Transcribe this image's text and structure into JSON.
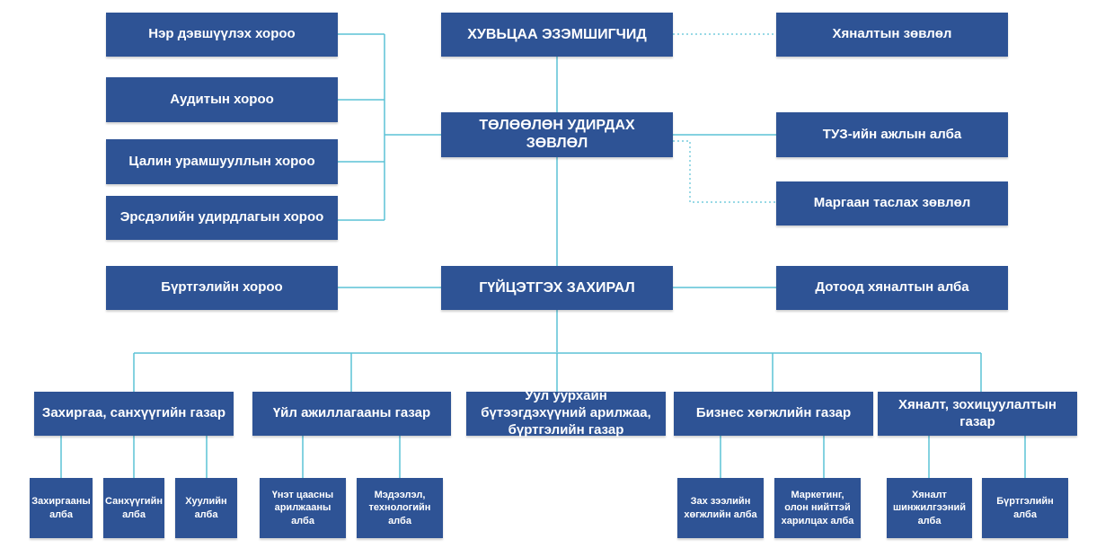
{
  "colors": {
    "box": "#2E5395",
    "line": "#5BC2D6",
    "text": "#FFFFFF"
  },
  "top": {
    "shareholders": "ХУВЬЦАА ЭЗЭМШИГЧИД",
    "supervisory_council": "Хяналтын зөвлөл",
    "board": "ТӨЛӨӨЛӨН УДИРДАХ ЗӨВЛӨЛ",
    "board_secretariat": "ТУЗ-ийн ажлын алба",
    "dispute_council": "Маргаан таслах зөвлөл",
    "ceo": "ГҮЙЦЭТГЭХ ЗАХИРАЛ",
    "internal_audit": "Дотоод хяналтын алба",
    "registration_committee": "Бүртгэлийн хороо"
  },
  "committees": [
    "Нэр дэвшүүлэх хороо",
    "Аудитын хороо",
    "Цалин урамшууллын хороо",
    "Эрсдэлийн удирдлагын хороо"
  ],
  "divisions": [
    {
      "label": "Захиргаа, санхүүгийн газар",
      "units": [
        "Захиргааны алба",
        "Санхүүгийн алба",
        "Хуулийн алба"
      ]
    },
    {
      "label": "Үйл ажиллагааны газар",
      "units": [
        "Үнэт цаасны арилжааны алба",
        "Мэдээлэл, технологийн алба"
      ]
    },
    {
      "label": "Уул уурхайн бүтээгдэхүүний арилжаа, бүртгэлийн газар",
      "units": []
    },
    {
      "label": "Бизнес хөгжлийн газар",
      "units": [
        "Зах зээлийн хөгжлийн алба",
        "Маркетинг, олон нийттэй харилцах алба"
      ]
    },
    {
      "label": "Хяналт, зохицуулалтын газар",
      "units": [
        "Хяналт шинжилгээний алба",
        "Бүртгэлийн алба"
      ]
    }
  ]
}
